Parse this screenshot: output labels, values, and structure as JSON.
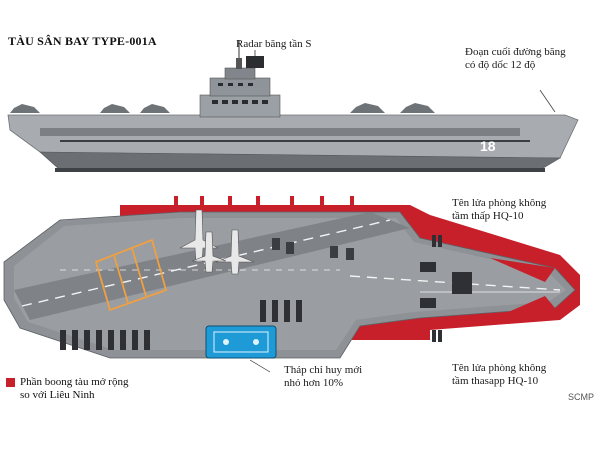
{
  "title": "TÀU SÂN BAY TYPE-001A",
  "labels": {
    "radar": "Radar băng tần S",
    "ramp_line1": "Đoạn cuối đường băng",
    "ramp_line2": "có độ dốc 12 độ",
    "hq10_top_line1": "Tên lửa phòng không",
    "hq10_top_line2": "tầm thấp HQ-10",
    "hq10_bottom_line1": "Tên lửa phòng không",
    "hq10_bottom_line2": "tầm thasapp HQ-10",
    "tower_line1": "Tháp chỉ huy mới",
    "tower_line2": "nhỏ hơn 10%"
  },
  "hull_number": "18",
  "legend": {
    "text": "Phần boong tàu mở rộng so với Liêu Ninh",
    "color": "#c8202b"
  },
  "source": "SCMP",
  "colors": {
    "deck_grey": "#8e9196",
    "hull_grey": "#9a9ea3",
    "extension_red": "#c8202b",
    "tower_blue": "#1e9bd7",
    "marking_orange": "#f0a040"
  }
}
